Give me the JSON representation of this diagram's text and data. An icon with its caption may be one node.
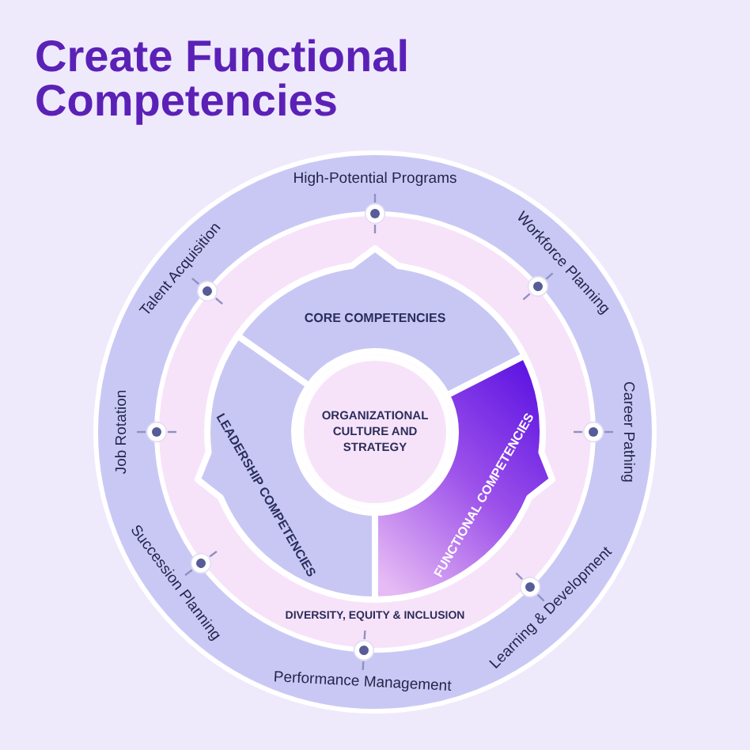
{
  "diagram": {
    "title": "Create Functional Competencies",
    "nodes": [
      {
        "text": [
          "High-Potential Programs",
          "Workforce Planning",
          "Career Pathing",
          "Learning & Development",
          "Performance Management",
          "Succession Planning",
          "Job Rotation",
          "Talent Acquisition",
          "DIVERSITY, EQUITY & INCLUSION"
        ]
      },
      {
        "text": [
          "CORE COMPETENCIES"
        ],
        "in": 0
      },
      {
        "text": [
          "LEADERSHIP COMPETENCIES"
        ],
        "in": 0
      },
      {
        "text": [
          "FUNCTIONAL COMPETENCIES"
        ],
        "in": 0
      },
      {
        "text": [
          "ORGANIZATIONAL CULTURE AND STRATEGY"
        ],
        "in": 0
      }
    ]
  }
}
